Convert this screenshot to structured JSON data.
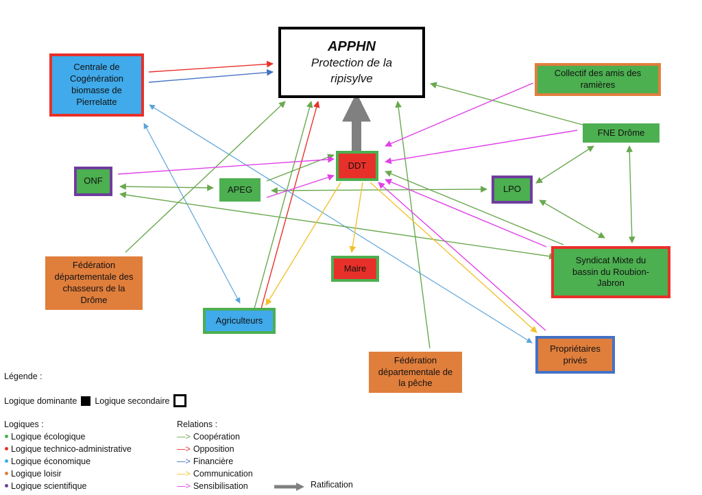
{
  "colors": {
    "ecologique": "#4caf50",
    "technico": "#e8302a",
    "economique": "#40aaea",
    "loisir": "#e07e3c",
    "scientifique": "#6f3c9e",
    "cooperation": "#6aa84f",
    "opposition": "#e8302a",
    "financiere": "#4472c4",
    "communication": "#f2c12e",
    "sensibilisation": "#e040e8",
    "ratification": "#808080"
  },
  "nodes": {
    "apphn": {
      "title": "APPHN",
      "subtitle": "Protection de la ripisylve"
    },
    "centrale": {
      "label": "Centrale de Cogénération biomasse de Pierrelatte"
    },
    "collectif": {
      "label": "Collectif des amis des ramières"
    },
    "fne": {
      "label": "FNE Drôme"
    },
    "onf": {
      "label": "ONF"
    },
    "apeg": {
      "label": "APEG"
    },
    "ddt": {
      "label": "DDT"
    },
    "lpo": {
      "label": "LPO"
    },
    "syndicat": {
      "label": "Syndicat Mixte du bassin du Roubion-Jabron"
    },
    "chasseurs": {
      "label": "Fédération départementale des chasseurs de la Drôme"
    },
    "maire": {
      "label": "Maire"
    },
    "agriculteurs": {
      "label": "Agriculteurs"
    },
    "peche": {
      "label": "Fédération départementale de la pêche"
    },
    "proprietaires": {
      "label": "Propriétaires privés"
    }
  },
  "legend": {
    "title": "Légende :",
    "dominante": "Logique dominante",
    "secondaire": "Logique secondaire",
    "logiques_title": "Logiques :",
    "logiques": [
      {
        "label": "Logique écologique",
        "color": "#4caf50"
      },
      {
        "label": "Logique technico-administrative",
        "color": "#e8302a"
      },
      {
        "label": "Logique économique",
        "color": "#40aaea"
      },
      {
        "label": "Logique loisir",
        "color": "#e07e3c"
      },
      {
        "label": "Logique scientifique",
        "color": "#6f3c9e"
      }
    ],
    "relations_title": "Relations :",
    "relations": [
      {
        "arrow": "—>",
        "label": "Coopération",
        "color": "#6aa84f"
      },
      {
        "arrow": "—>",
        "label": "Opposition",
        "color": "#e8302a"
      },
      {
        "arrow": "—>",
        "label": "Financière",
        "color": "#4472c4"
      },
      {
        "arrow": "—>",
        "label": "Communication",
        "color": "#f2c12e"
      },
      {
        "arrow": "—>",
        "label": "Sensibilisation",
        "color": "#e040e8"
      }
    ],
    "ratification": "Ratification"
  }
}
